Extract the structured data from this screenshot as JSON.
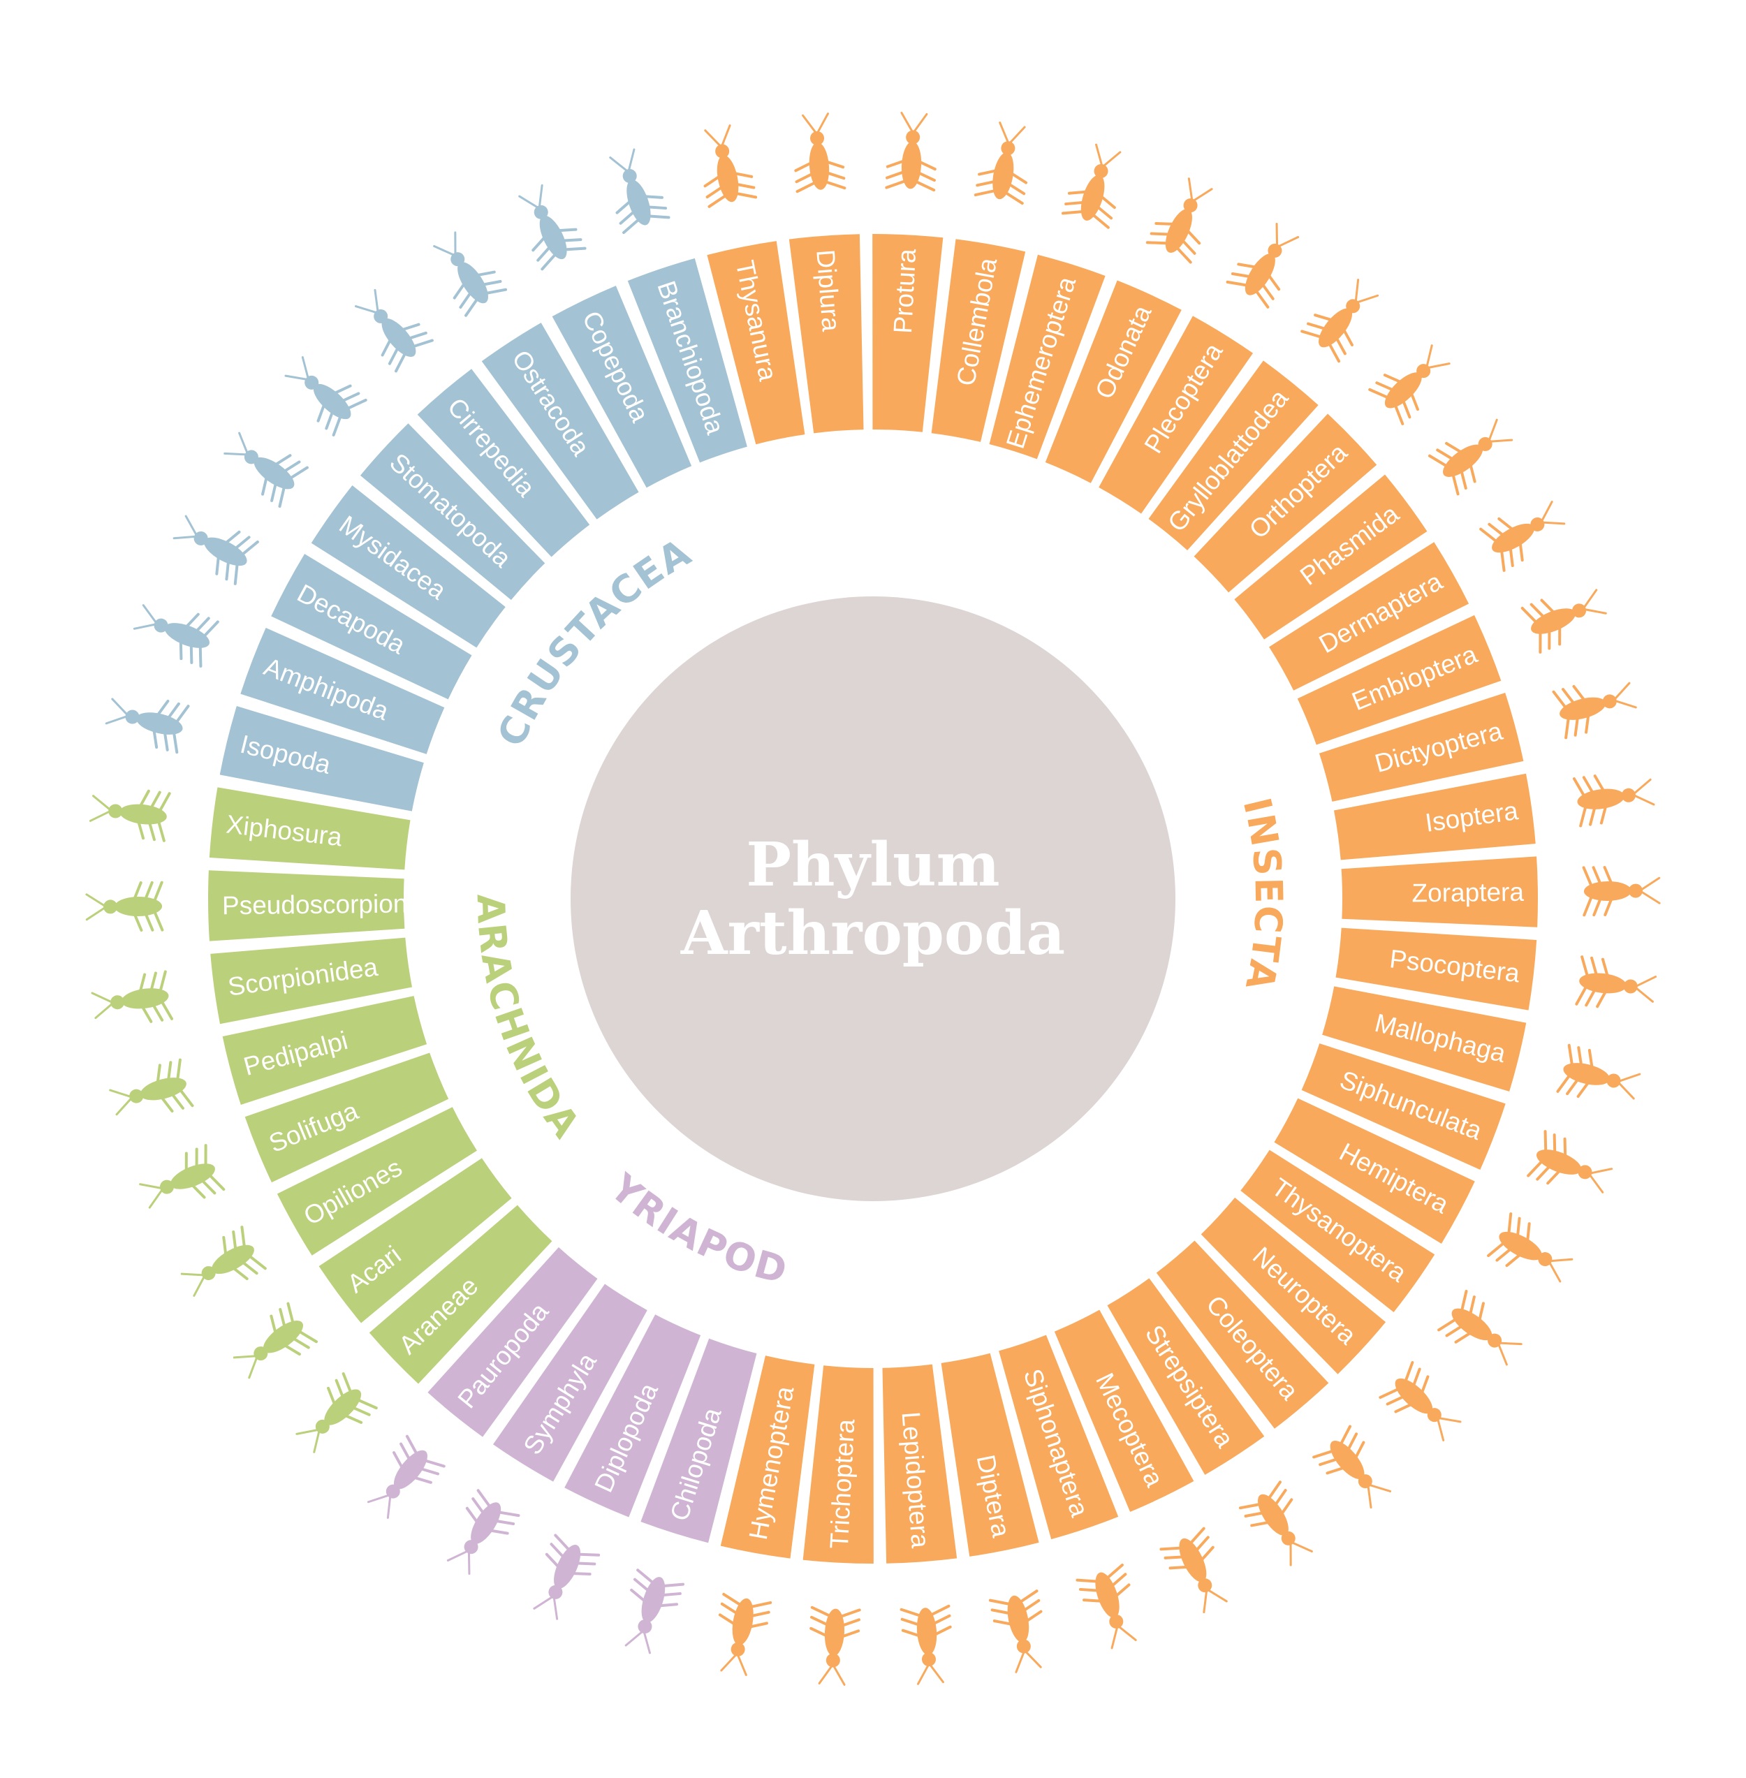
{
  "title": {
    "line1": "Phylum",
    "line2": "Arthropoda"
  },
  "colors": {
    "insecta": "#f8a95b",
    "myriapoda": "#cfb4d4",
    "arachnida": "#bbd07a",
    "crustacea": "#a3c2d3",
    "center": "#dcd5d3",
    "background": "#ffffff"
  },
  "groups": [
    {
      "id": "insecta",
      "label": "INSECTA",
      "color": "#f8a95b",
      "orders": [
        "Thysanura",
        "Diplura",
        "Protura",
        "Collembola",
        "Ephemeroptera",
        "Odonata",
        "Plecoptera",
        "Grylloblattodea",
        "Orthoptera",
        "Phasmida",
        "Dermaptera",
        "Embioptera",
        "Dictyoptera",
        "Isoptera",
        "Zoraptera",
        "Psocoptera",
        "Mallophaga",
        "Siphunculata",
        "Hemiptera",
        "Thysanoptera",
        "Neuroptera",
        "Coleoptera",
        "Strepsiptera",
        "Mecoptera",
        "Siphonaptera",
        "Diptera",
        "Lepidoptera",
        "Trichoptera",
        "Hymenoptera"
      ]
    },
    {
      "id": "myriapoda",
      "label": "MYRIAPODA",
      "color": "#cfb4d4",
      "orders": [
        "Chilopoda",
        "Diplopoda",
        "Symphyla",
        "Pauropoda"
      ]
    },
    {
      "id": "arachnida",
      "label": "ARACHNIDA",
      "color": "#bbd07a",
      "orders": [
        "Araneae",
        "Acari",
        "Opiliones",
        "Solifuga",
        "Pedipalpi",
        "Scorpionidea",
        "Pseudoscorpiones",
        "Xiphosura"
      ]
    },
    {
      "id": "crustacea",
      "label": "CRUSTACEA",
      "color": "#a3c2d3",
      "orders": [
        "Isopoda",
        "Amphipoda",
        "Decapoda",
        "Mysidacea",
        "Stomatopoda",
        "Cirrepedia",
        "Ostracoda",
        "Copepoda",
        "Branchiopoda"
      ]
    }
  ]
}
